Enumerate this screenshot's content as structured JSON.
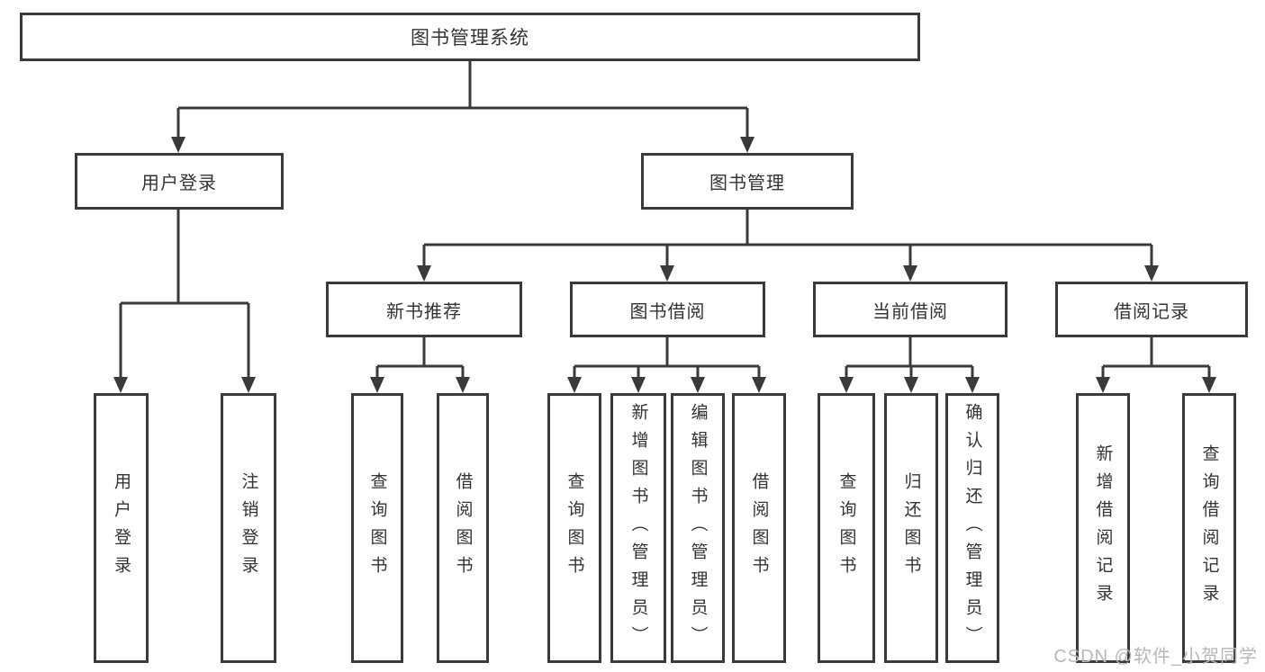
{
  "diagram": {
    "tree": {
      "label": "图书管理系统",
      "children": [
        {
          "label": "用户登录",
          "children": [
            {
              "label": "用户登录"
            },
            {
              "label": "注销登录"
            }
          ]
        },
        {
          "label": "图书管理",
          "children": [
            {
              "label": "新书推荐",
              "children": [
                {
                  "label": "查询图书"
                },
                {
                  "label": "借阅图书"
                }
              ]
            },
            {
              "label": "图书借阅",
              "children": [
                {
                  "label": "查询图书"
                },
                {
                  "label": "新增图书（管理员）"
                },
                {
                  "label": "编辑图书（管理员）"
                },
                {
                  "label": "借阅图书"
                }
              ]
            },
            {
              "label": "当前借阅",
              "children": [
                {
                  "label": "查询图书"
                },
                {
                  "label": "归还图书"
                },
                {
                  "label": "确认归还（管理员）"
                }
              ]
            },
            {
              "label": "借阅记录",
              "children": [
                {
                  "label": "新增借阅记录"
                },
                {
                  "label": "查询借阅记录"
                }
              ]
            }
          ]
        }
      ]
    },
    "colors": {
      "line": "#3a3a3a",
      "box_border": "#3a3a3a",
      "box_fill": "#ffffff",
      "text": "#333333",
      "watermark": "#b6b7b9",
      "background": "#ffffff"
    }
  },
  "watermark": {
    "text": "CSDN @软件_小贺同学"
  }
}
